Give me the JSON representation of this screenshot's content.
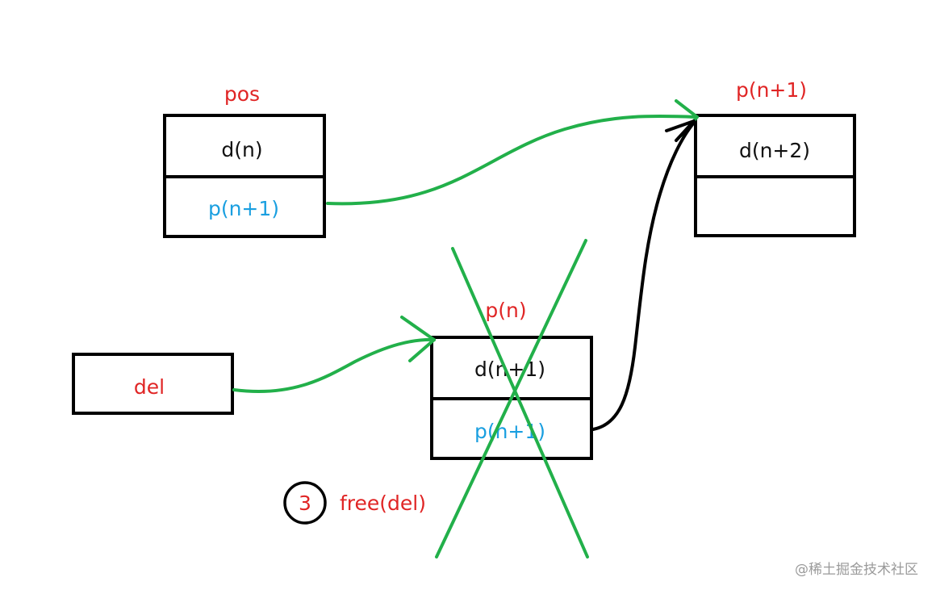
{
  "colors": {
    "label_red": "#e02525",
    "pointer_blue": "#1a9fe0",
    "arrow_green": "#22b04a",
    "arrow_black": "#000000",
    "watermark_gray": "#9a9a9a"
  },
  "nodes": {
    "pos": {
      "label": "pos",
      "data": "d(n)",
      "next": "p(n+1)"
    },
    "target": {
      "label": "p(n+1)",
      "data": "d(n+2)",
      "next": ""
    },
    "deleted": {
      "label": "p(n)",
      "data": "d(n+1)",
      "next": "p(n+1)"
    },
    "del": {
      "label": "del"
    }
  },
  "step": {
    "number": "3",
    "text": "free(del)"
  },
  "watermark": "@稀土掘金技术社区"
}
